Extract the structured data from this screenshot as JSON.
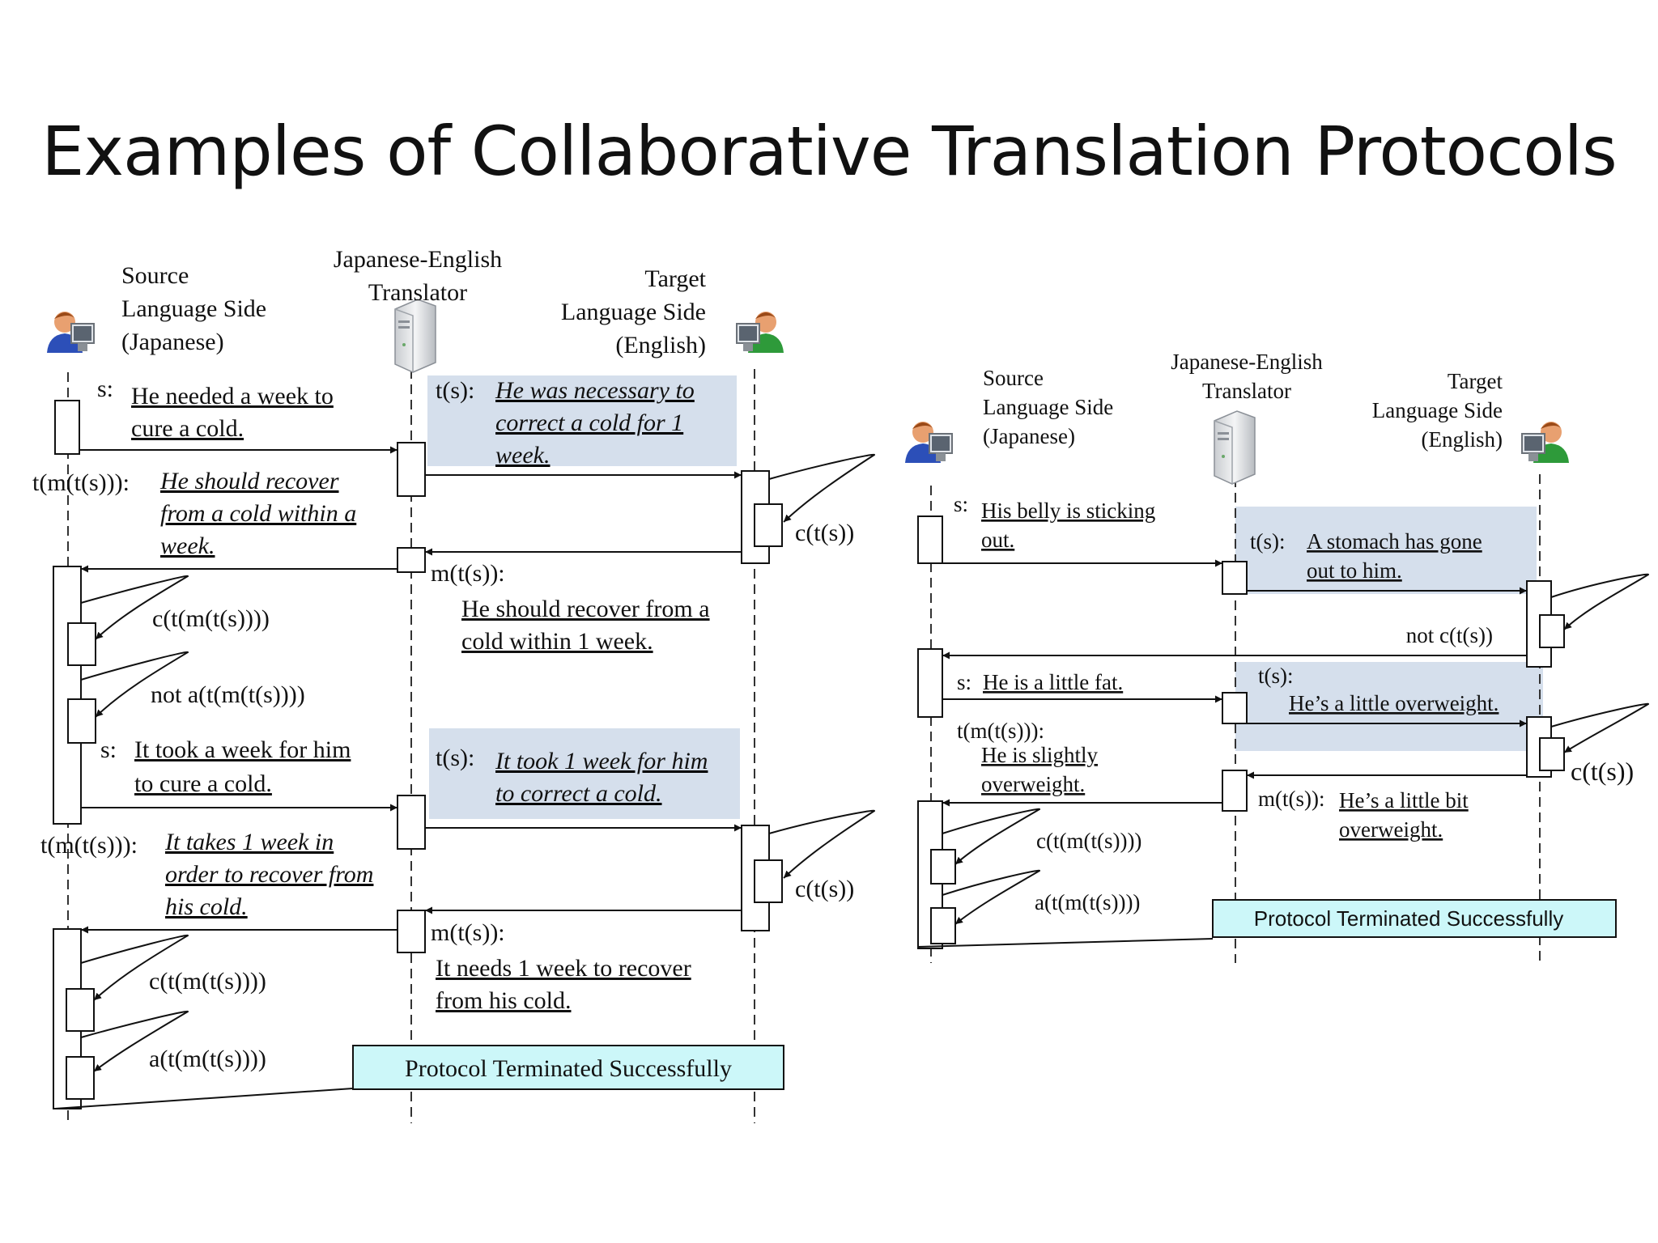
{
  "slide": {
    "title": "Examples of Collaborative Translation Protocols"
  },
  "colors": {
    "highlight": "#d5dfec",
    "terminated_box": "#ccf7f9",
    "arrow": "#111111"
  },
  "left": {
    "source": [
      "Source",
      "Language Side",
      "(Japanese)"
    ],
    "translator": [
      "Japanese-English",
      "Translator"
    ],
    "target": [
      "Target",
      "Language Side",
      "(English)"
    ],
    "s1_prefix": "s:",
    "s1": [
      "He needed a week to",
      "cure a cold."
    ],
    "t1_prefix": "t(s):",
    "t1": [
      "He was necessary to",
      "correct a cold for 1",
      "week."
    ],
    "tmts1_prefix": "t(m(t(s))):",
    "tmts1": [
      "He should recover",
      "from a cold within a",
      "week."
    ],
    "cts1": "c(t(s))",
    "mts1_prefix": "m(t(s)):",
    "mts1": [
      "He should recover from a",
      "cold within 1 week."
    ],
    "ctmts1": "c(t(m(t(s))))",
    "nota1": "not a(t(m(t(s))))",
    "s2_prefix": "s:",
    "s2": [
      "It took a week for him",
      "to cure a cold."
    ],
    "t2_prefix": "t(s):",
    "t2": [
      "It took 1 week for him",
      "to correct a cold."
    ],
    "tmts2_prefix": "t(m(t(s))):",
    "tmts2": [
      "It takes 1 week in",
      "order to recover from",
      "his cold."
    ],
    "cts2": "c(t(s))",
    "mts2_prefix": "m(t(s)):",
    "mts2": [
      "It needs 1 week to recover",
      "from his cold."
    ],
    "ctmts2": "c(t(m(t(s))))",
    "atmts2": "a(t(m(t(s))))",
    "terminated": "Protocol Terminated Successfully"
  },
  "right": {
    "source": [
      "Source",
      "Language Side",
      "(Japanese)"
    ],
    "translator": [
      "Japanese-English",
      "Translator"
    ],
    "target": [
      "Target",
      "Language Side",
      "(English)"
    ],
    "s1_prefix": "s:",
    "s1": [
      "His belly is sticking",
      "out."
    ],
    "t1_prefix": "t(s):",
    "t1": [
      "A stomach has gone",
      "out to him."
    ],
    "notc1": "not c(t(s))",
    "s2_prefix": "s:",
    "s2": "He is a little fat.",
    "t2_prefix": "t(s):",
    "t2": "He’s a little overweight.",
    "tmts_prefix": "t(m(t(s))):",
    "tmts": [
      "He is slightly",
      "overweight."
    ],
    "cts": "c(t(s))",
    "mts_prefix": "m(t(s)):",
    "mts": [
      "He’s a little bit",
      "overweight."
    ],
    "ctmts": "c(t(m(t(s))))",
    "atmts": "a(t(m(t(s))))",
    "terminated": "Protocol Terminated Successfully"
  }
}
